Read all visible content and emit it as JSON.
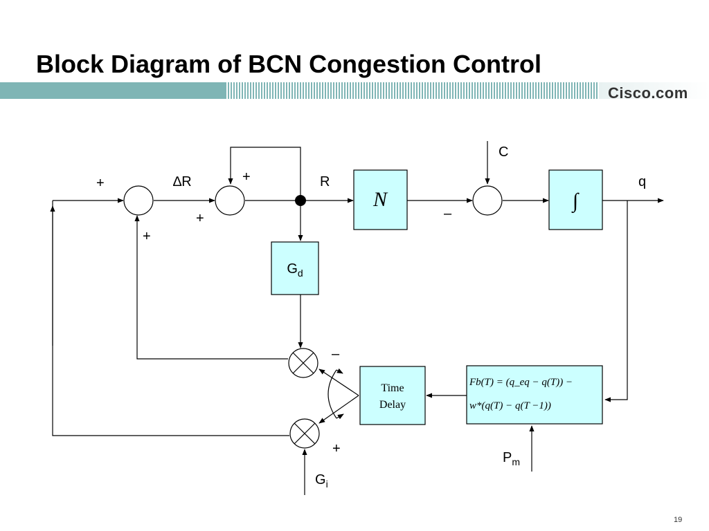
{
  "title": "Block Diagram of BCN Congestion Control",
  "brand": "Cisco.com",
  "page_number": "19",
  "colors": {
    "band": "#7fb5b5",
    "block_fill": "#ccffff"
  },
  "labels": {
    "delta_r": "∆R",
    "r": "R",
    "c": "C",
    "q": "q",
    "g_d": "G",
    "g_d_sub": "d",
    "g_i": "G",
    "g_i_sub": "i",
    "p_m": "P",
    "p_m_sub": "m",
    "plus_input": "+",
    "plus_feedback_top": "+",
    "plus_loop_top": "+",
    "plus_loop_bottom": "+",
    "minus_network": "–",
    "minus_gd": "–",
    "plus_gi": "+"
  },
  "blocks": {
    "network": "N",
    "integrator": "∫",
    "time_delay_line1": "Time",
    "time_delay_line2": "Delay",
    "feedback_eq_line1": "Fb(T) = (q_eq − q(T)) −",
    "feedback_eq_line2": "w*(q(T) − q(T −1))"
  }
}
